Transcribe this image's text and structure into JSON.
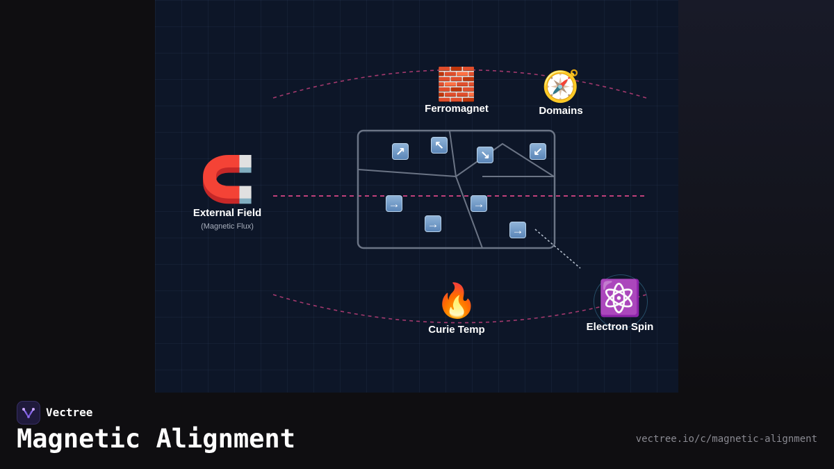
{
  "diagram": {
    "nodes": {
      "ferromagnet": {
        "icon": "brick-icon",
        "glyph": "🧱",
        "label": "Ferromagnet"
      },
      "domains": {
        "icon": "compass-icon",
        "glyph": "🧭",
        "label": "Domains"
      },
      "external_field": {
        "icon": "magnet-icon",
        "glyph": "🧲",
        "label": "External Field",
        "sublabel": "(Magnetic Flux)"
      },
      "curie_temp": {
        "icon": "fire-icon",
        "glyph": "🔥",
        "label": "Curie Temp"
      },
      "electron_spin": {
        "icon": "atom-icon",
        "glyph": "⚛️",
        "label": "Electron Spin"
      }
    },
    "domain_arrows": [
      "↗",
      "↖",
      "↘",
      "↙",
      "→",
      "→",
      "→",
      "→"
    ],
    "colors": {
      "accent_dash": "#c0407a",
      "panel_border": "#6b7485",
      "background": "#0d1628"
    }
  },
  "footer": {
    "brand": "Vectree",
    "title": "Magnetic Alignment",
    "url": "vectree.io/c/magnetic-alignment"
  }
}
